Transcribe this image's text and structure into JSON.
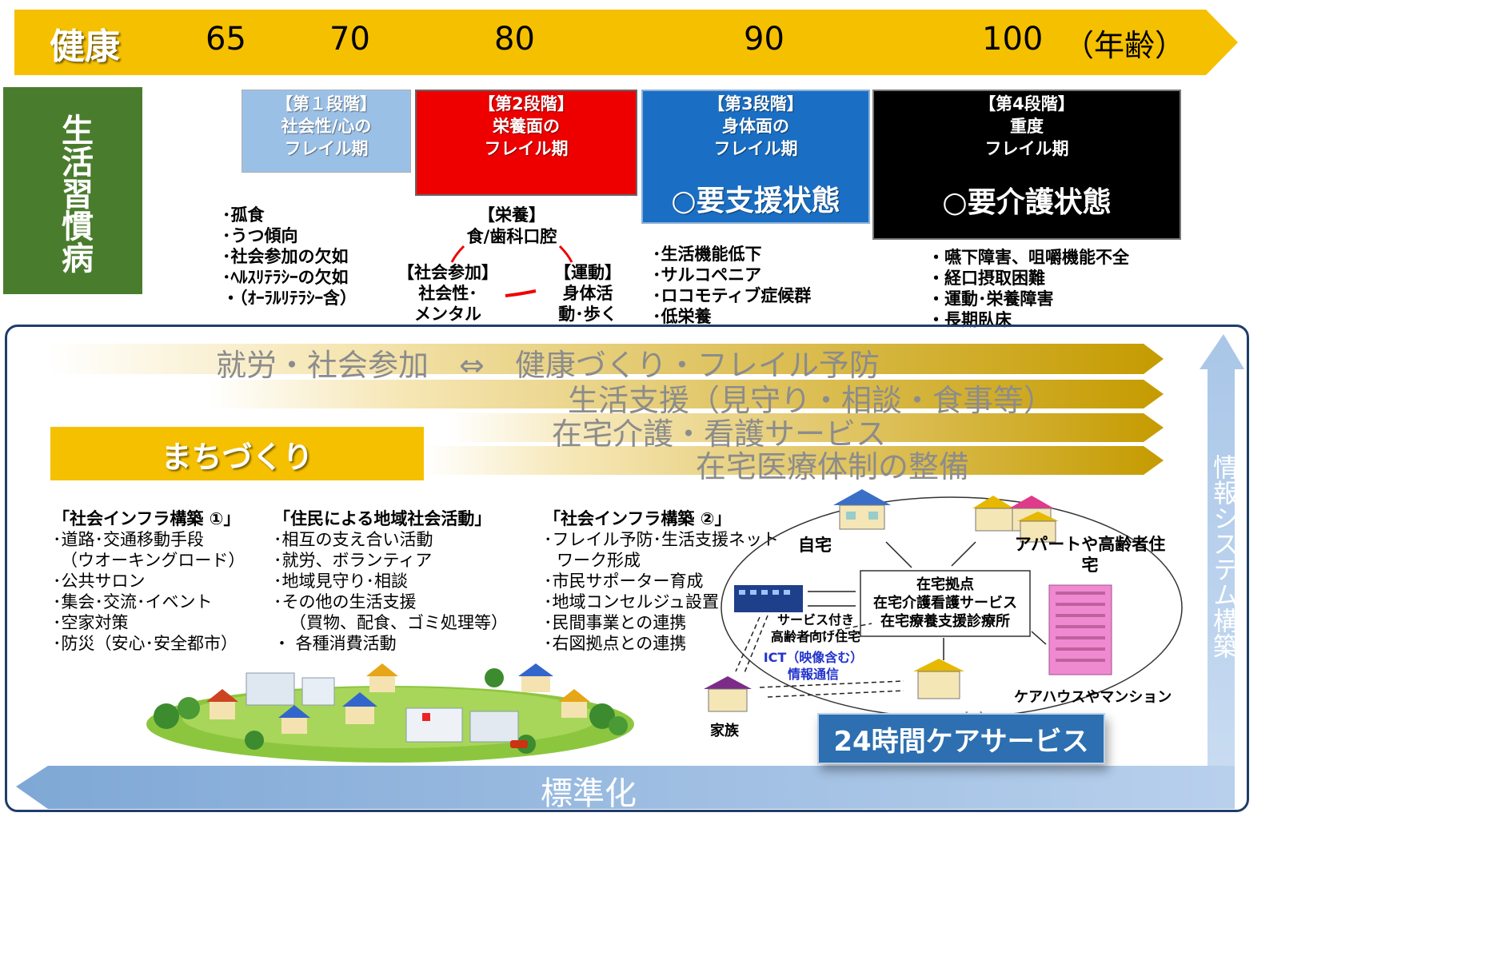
{
  "timeline": {
    "health_label": "健康",
    "ages": [
      "65",
      "70",
      "80",
      "90",
      "100",
      "（年齢）"
    ]
  },
  "lifestyle_box": {
    "label": "生活習慣病"
  },
  "stages": [
    {
      "title": "【第１段階】",
      "line1": "社会性/心の",
      "line2": "フレイル期",
      "status": "",
      "color": "#9bc0e6"
    },
    {
      "title": "【第2段階】",
      "line1": "栄養面の",
      "line2": "フレイル期",
      "status": "",
      "color": "#ee0000"
    },
    {
      "title": "【第3段階】",
      "line1": "身体面の",
      "line2": "フレイル期",
      "status": "○要支援状態",
      "color": "#1a6fc4"
    },
    {
      "title": "【第4段階】",
      "line1": "重度",
      "line2": "フレイル期",
      "status": "○要介護状態",
      "color": "#000000"
    }
  ],
  "stage1_items": [
    "･孤食",
    "･うつ傾向",
    "･社会参加の欠如",
    "･ﾍﾙｽﾘﾃﾗｼｰの欠如",
    "・（ｵｰﾗﾙﾘﾃﾗｼｰ含）"
  ],
  "stage2_items": {
    "nutrition_title": "【栄養】",
    "nutrition_text": "食/歯科口腔",
    "social_title": "【社会参加】",
    "social_line1": "社会性･",
    "social_line2": "メンタル",
    "exercise_title": "【運動】",
    "exercise_line1": "身体活",
    "exercise_line2": "動･歩く"
  },
  "stage3_items": [
    "･生活機能低下",
    "･サルコペニア",
    "･ロコモティブ症候群",
    "･低栄養"
  ],
  "stage4_items": [
    "・嚥下障害、咀嚼機能不全",
    "・経口摂取困難",
    "・運動･栄養障害",
    "・長期臥床"
  ],
  "bands": [
    "就労・社会参加　⇔　健康づくり・フレイル予防",
    "生活支援（見守り・相談・食事等）",
    "在宅介護・看護サービス",
    "在宅医療体制の整備"
  ],
  "machizukuri": "まちづくり",
  "columns": [
    {
      "title": "「社会インフラ構築 ①」",
      "items": [
        "･道路･交通移動手段",
        "（ウオーキングロード）",
        "･公共サロン",
        "･集会･交流･イベント",
        "･空家対策",
        "･防災（安心･安全都市）"
      ]
    },
    {
      "title": "「住民による地域社会活動」",
      "items": [
        "･相互の支え合い活動",
        "･就労、ボランティア",
        "･地域見守り･相談",
        "･その他の生活支援",
        "（買物、配食、ゴミ処理等）",
        "・ 各種消費活動"
      ]
    },
    {
      "title": "「社会インフラ構築 ②」",
      "items": [
        "･フレイル予防･生活支援ネット",
        "ワーク形成",
        "･市民サポーター育成",
        "･地域コンセルジュ設置",
        "･民間事業との連携",
        "･右図拠点との連携"
      ]
    }
  ],
  "care_diagram": {
    "home": "自宅",
    "apartment_line1": "アパートや高齢者住",
    "apartment_line2": "宅",
    "hub_line1": "在宅拠点",
    "hub_line2": "在宅介護看護サービス",
    "hub_line3": "在宅療養支援診療所",
    "service_housing_line1": "サービス付き",
    "service_housing_line2": "高齢者向け住宅",
    "ict_line1": "ICT（映像含む）",
    "ict_line2": "情報通信",
    "family": "家族",
    "care_house": "ケアハウスやマンション",
    "home2": "自宅",
    "service_24h": "24時間ケアサービス"
  },
  "info_system": "情報システム構築",
  "standardization": "標準化",
  "colors": {
    "timeline_yellow": "#f5c000",
    "lifestyle_green": "#4a7c2e",
    "band_gold": "#c9a008",
    "frame_navy": "#1f3d6b",
    "light_blue": "#9bc0e6",
    "ict_blue": "#2233cc",
    "button_blue": "#2d6fb0"
  }
}
